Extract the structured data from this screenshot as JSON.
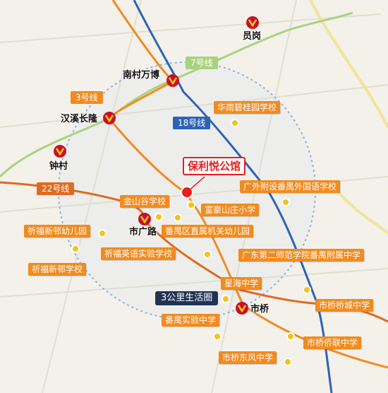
{
  "map": {
    "focus_property": "保利悦公馆",
    "radius_label": "3公里生活圈",
    "lines": [
      {
        "name": "7号线",
        "color": "#a8d37e"
      },
      {
        "name": "3号线",
        "color": "#f18b1f"
      },
      {
        "name": "18号线",
        "color": "#2c63b8"
      },
      {
        "name": "22号线",
        "color": "#e06a1e"
      }
    ],
    "stations": [
      "员岗",
      "南村万博",
      "汉溪长隆",
      "钟村",
      "市广路",
      "市桥"
    ],
    "schools": [
      "华南碧桂园学校",
      "广外附设番禺外国语学校",
      "金山谷学校",
      "富豪山庄小学",
      "番禺区直属机关幼儿园",
      "祈福新邨幼儿园",
      "祈福英语实验学校",
      "祈福新邨学校",
      "广东第二师范学院番禺附属中学",
      "星海中学",
      "市桥桥城中学",
      "番禺实验中学",
      "市桥侨联中学",
      "市桥东风中学"
    ],
    "colors": {
      "metro_icon": "#c8102e",
      "school_tag": "#f18b1f",
      "focus_marker": "#e4201f",
      "radius_ring": "#8fb2e0"
    }
  }
}
